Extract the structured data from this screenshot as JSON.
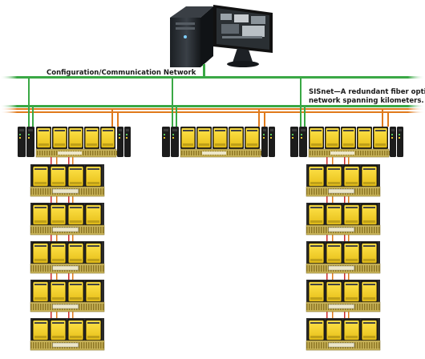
{
  "labels": {
    "config_network": "Configuration/Communication Network",
    "sisnet_line1": "SISnet—A redundant fiber optic",
    "sisnet_line2": "network spanning kilometers."
  },
  "colors": {
    "ethernet_green": "#3aa845",
    "fiber_orange": "#e07a1c",
    "fiber_red": "#cc2b2b",
    "module_yellow": "#f2d02a",
    "module_black": "#1c1c1c",
    "backplane_gold": "#c9b45a",
    "monitor_screen": "#2a2f33"
  },
  "icons": {
    "workstation": "computer-workstation-icon",
    "controller": "controller-chassis-icon",
    "io_rack": "io-rack-icon"
  }
}
